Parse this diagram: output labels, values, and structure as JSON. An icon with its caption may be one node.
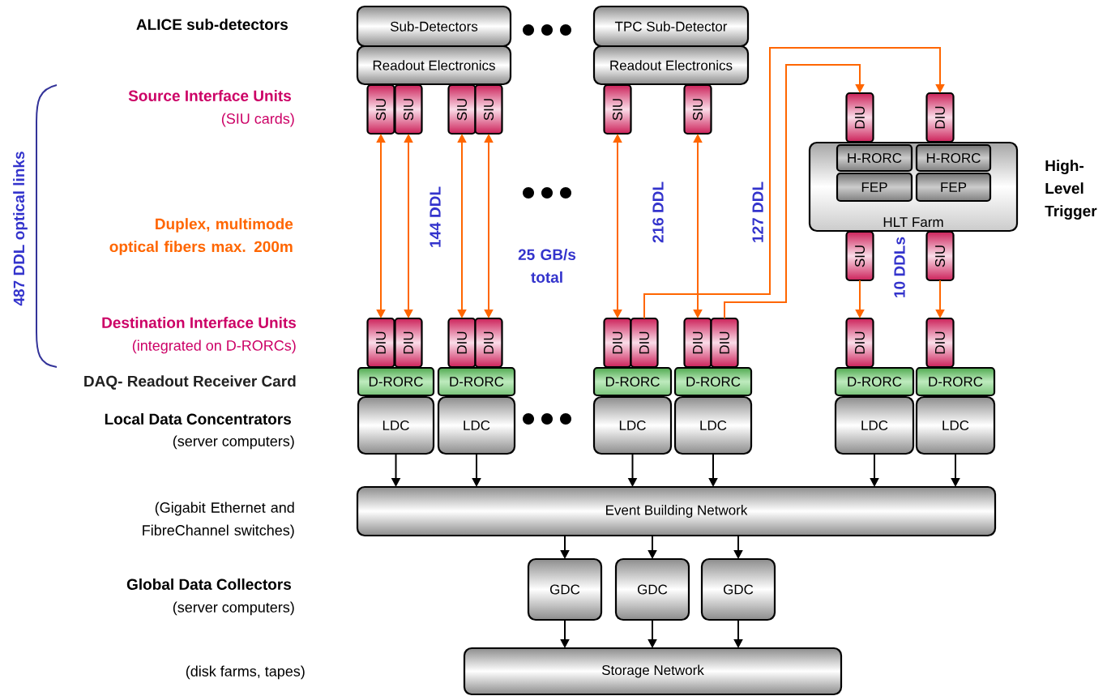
{
  "diagram": {
    "nodes": [
      {
        "text": [
          "Sub-Detectors"
        ]
      },
      {
        "text": [
          "Readout Electronics"
        ]
      },
      {
        "text": [
          "TPC Sub-Detector"
        ]
      },
      {
        "text": [
          "Readout Electronics"
        ]
      },
      {
        "text": [
          "SIU"
        ]
      },
      {
        "text": [
          "SIU"
        ]
      },
      {
        "text": [
          "SIU"
        ]
      },
      {
        "text": [
          "SIU"
        ]
      },
      {
        "text": [
          "SIU"
        ]
      },
      {
        "text": [
          "SIU"
        ]
      },
      {
        "text": [
          "DIU"
        ]
      },
      {
        "text": [
          "DIU"
        ]
      },
      {
        "text": [
          "HLT Farm"
        ]
      },
      {
        "text": [
          "H-RORC"
        ],
        "in": 12
      },
      {
        "text": [
          "H-RORC"
        ],
        "in": 12
      },
      {
        "text": [
          "FEP"
        ],
        "in": 12
      },
      {
        "text": [
          "FEP"
        ],
        "in": 12
      },
      {
        "text": [
          "SIU"
        ]
      },
      {
        "text": [
          "SIU"
        ]
      },
      {
        "text": [
          "DIU"
        ]
      },
      {
        "text": [
          "DIU"
        ]
      },
      {
        "text": [
          "DIU"
        ]
      },
      {
        "text": [
          "DIU"
        ]
      },
      {
        "text": [
          "DIU"
        ]
      },
      {
        "text": [
          "DIU"
        ]
      },
      {
        "text": [
          "DIU"
        ]
      },
      {
        "text": [
          "DIU"
        ]
      },
      {
        "text": [
          "DIU"
        ]
      },
      {
        "text": [
          "DIU"
        ]
      },
      {
        "text": [
          "D-RORC"
        ]
      },
      {
        "text": [
          "D-RORC"
        ]
      },
      {
        "text": [
          "D-RORC"
        ]
      },
      {
        "text": [
          "D-RORC"
        ]
      },
      {
        "text": [
          "D-RORC"
        ]
      },
      {
        "text": [
          "D-RORC"
        ]
      },
      {
        "text": [
          "LDC"
        ]
      },
      {
        "text": [
          "LDC"
        ]
      },
      {
        "text": [
          "LDC"
        ]
      },
      {
        "text": [
          "LDC"
        ]
      },
      {
        "text": [
          "LDC"
        ]
      },
      {
        "text": [
          "LDC"
        ]
      },
      {
        "text": [
          "Event Building Network"
        ]
      },
      {
        "text": [
          "GDC"
        ]
      },
      {
        "text": [
          "GDC"
        ]
      },
      {
        "text": [
          "GDC"
        ]
      },
      {
        "text": [
          "Storage Network"
        ]
      }
    ],
    "edges": [
      {
        "from": 4,
        "to": 19,
        "arrow": "both",
        "color": "#ff6600"
      },
      {
        "from": 5,
        "to": 20,
        "arrow": "both",
        "color": "#ff6600"
      },
      {
        "from": 6,
        "to": 21,
        "arrow": "both",
        "color": "#ff6600"
      },
      {
        "from": 7,
        "to": 22,
        "arrow": "both",
        "color": "#ff6600"
      },
      {
        "from": 8,
        "to": 23,
        "arrow": "both",
        "color": "#ff6600"
      },
      {
        "from": 9,
        "to": 25,
        "arrow": "both",
        "color": "#ff6600"
      },
      {
        "from": 24,
        "to": 11,
        "arrow": "to",
        "color": "#ff6600"
      },
      {
        "from": 26,
        "to": 10,
        "arrow": "to",
        "color": "#ff6600"
      },
      {
        "from": 17,
        "to": 27,
        "arrow": "to",
        "color": "#ff6600"
      },
      {
        "from": 18,
        "to": 28,
        "arrow": "to",
        "color": "#ff6600"
      },
      {
        "from": 35,
        "to": 41,
        "arrow": "to"
      },
      {
        "from": 36,
        "to": 41,
        "arrow": "to"
      },
      {
        "from": 37,
        "to": 41,
        "arrow": "to"
      },
      {
        "from": 38,
        "to": 41,
        "arrow": "to"
      },
      {
        "from": 39,
        "to": 41,
        "arrow": "to"
      },
      {
        "from": 40,
        "to": 41,
        "arrow": "to"
      },
      {
        "from": 41,
        "to": 42,
        "arrow": "to"
      },
      {
        "from": 41,
        "to": 43,
        "arrow": "to"
      },
      {
        "from": 41,
        "to": 44,
        "arrow": "to"
      },
      {
        "from": 42,
        "to": 45,
        "arrow": "to"
      },
      {
        "from": 43,
        "to": 45,
        "arrow": "to"
      },
      {
        "from": 44,
        "to": 45,
        "arrow": "to"
      }
    ],
    "labels": [
      "ALICE sub-detectors",
      "Source Interface Units",
      "(SIU cards)",
      "High-Level Trigger",
      "487 DDL optical links",
      "144 DDL",
      "216 DDL",
      "127 DDL",
      "Duplex, multimode optical fibers max. 200m",
      "25 GB/s total",
      "10 DDLs",
      "Destination Interface Units",
      "(integrated on D-RORCs)",
      "DAQ- Readout Receiver Card",
      "Local Data Concentrators",
      "(server computers)",
      "(Gigabit Ethernet and FibreChannel switches)",
      "Global Data Collectors",
      "(server computers)",
      "(disk farms, tapes)"
    ]
  }
}
